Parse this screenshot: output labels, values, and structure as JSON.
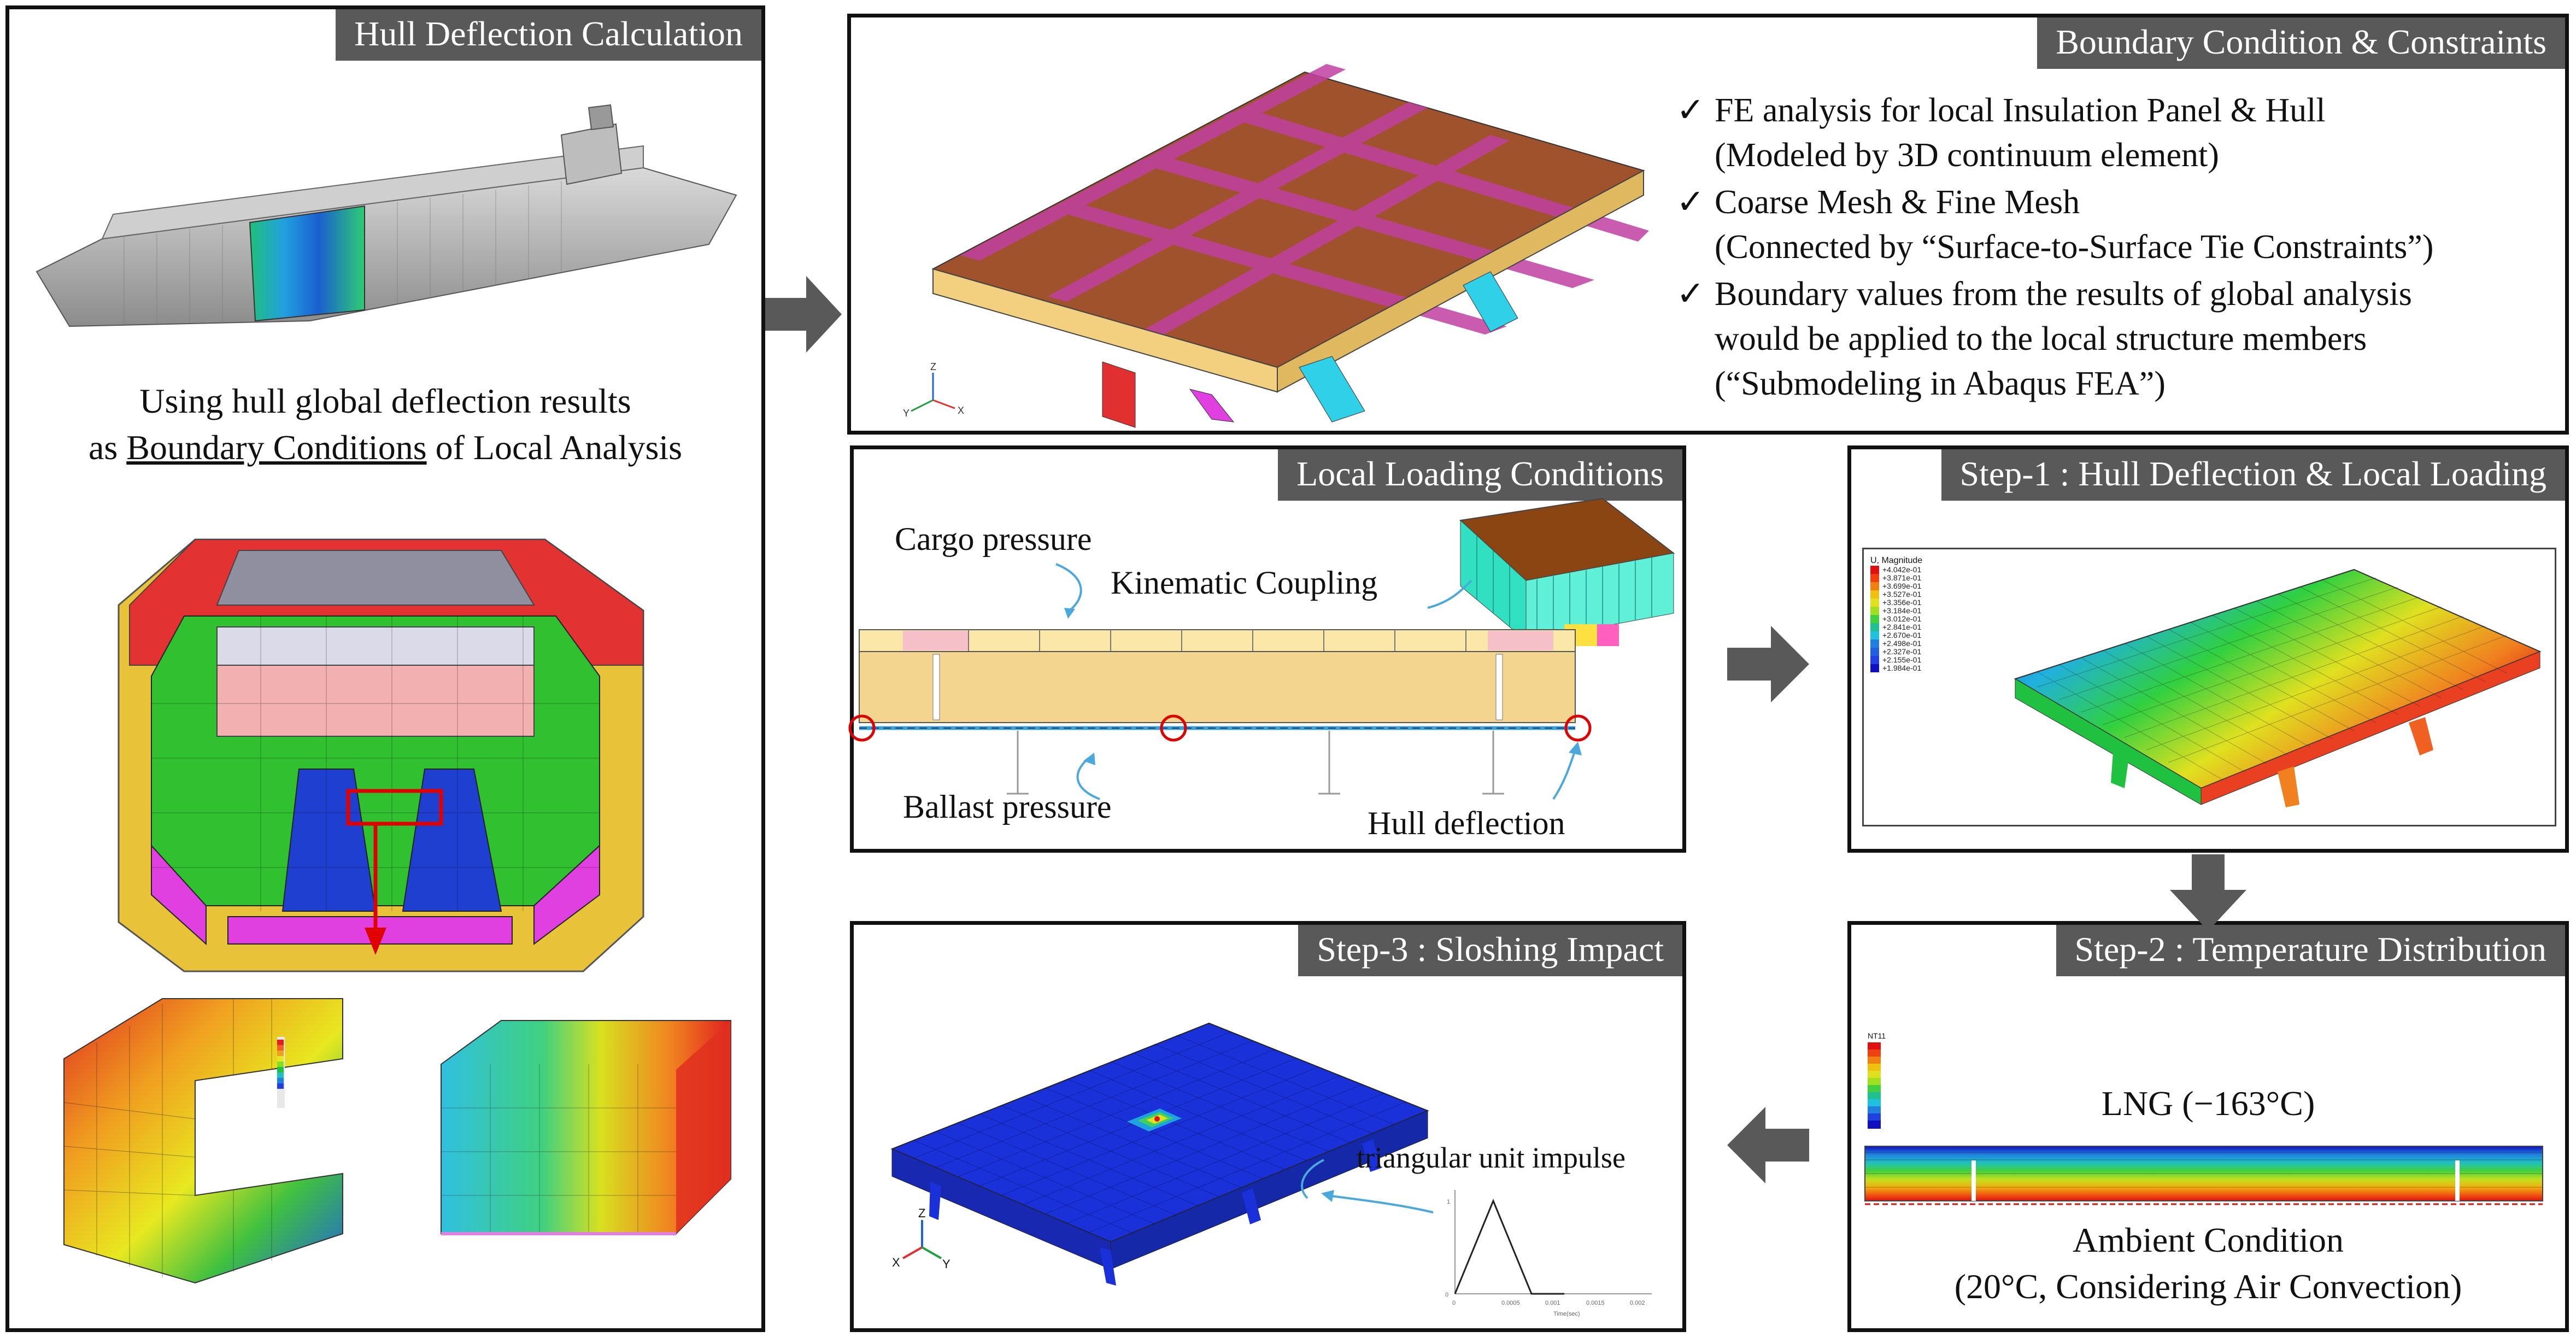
{
  "panels": {
    "hull": {
      "title": "Hull Deflection Calculation",
      "caption_line1": "Using hull global deflection results",
      "caption_line2_prefix": "as ",
      "caption_line2_underlined": "Boundary Conditions",
      "caption_line2_suffix": " of Local Analysis"
    },
    "boundary": {
      "title": "Boundary Condition & Constraints",
      "bullets": [
        {
          "mark": "✓",
          "text": "FE analysis for local Insulation Panel & Hull",
          "sub": "(Modeled by 3D continuum element)"
        },
        {
          "mark": "✓",
          "text": "Coarse Mesh & Fine Mesh",
          "sub": "(Connected by “Surface-to-Surface Tie Constraints”)"
        },
        {
          "mark": "✓",
          "text": "Boundary values from the results of global analysis",
          "sub": "would be applied to the local structure members",
          "sub2": "(“Submodeling in Abaqus FEA”)"
        }
      ]
    },
    "loading": {
      "title": "Local Loading Conditions",
      "cargo_pressure": "Cargo pressure",
      "kinematic_coupling": "Kinematic Coupling",
      "ballast_pressure": "Ballast pressure",
      "hull_deflection": "Hull deflection"
    },
    "step1": {
      "title": "Step-1 : Hull Deflection & Local Loading",
      "legend_title": "U, Magnitude",
      "legend_values": [
        "+4.042e-01",
        "+3.871e-01",
        "+3.699e-01",
        "+3.527e-01",
        "+3.356e-01",
        "+3.184e-01",
        "+3.012e-01",
        "+2.841e-01",
        "+2.670e-01",
        "+2.498e-01",
        "+2.327e-01",
        "+2.155e-01",
        "+1.984e-01"
      ]
    },
    "step2": {
      "title": "Step-2 : Temperature Distribution",
      "lng_label": "LNG (−163°C)",
      "ambient_line1": "Ambient Condition",
      "ambient_line2": "(20°C, Considering Air Convection)",
      "legend_title": "NT11"
    },
    "step3": {
      "title": "Step-3 : Sloshing Impact",
      "impulse_label": "triangular unit impulse",
      "plot_xlabel": "Time(sec)"
    }
  },
  "colors": {
    "title_bg": "#595959",
    "arrow": "#595959",
    "border": "#111111"
  }
}
